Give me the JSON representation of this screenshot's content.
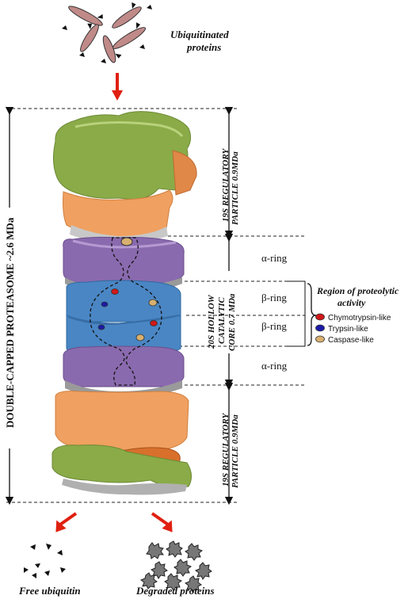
{
  "labels": {
    "ubiquitinated_line1": "Ubiquitinated",
    "ubiquitinated_line2": "proteins",
    "total_size": "DOUBLE-CAPPED PROTEASOME ~2.6 MDa",
    "top_cap_line1": "19S REGULATORY",
    "top_cap_line2": "PARTICLE 0.9MDa",
    "core_line1": "20S HOLLOW",
    "core_line2": "CATALYTIC",
    "core_line3": "CORE 0.7 MDa",
    "bottom_cap_line1": "19S REGULATORY",
    "bottom_cap_line2": "PARTICLE 0.9MDa",
    "alpha_ring_top": "α-ring",
    "beta_ring_1": "β-ring",
    "beta_ring_2": "β-ring",
    "alpha_ring_bottom": "α-ring",
    "region_line1": "Region of proteolytic",
    "region_line2": "activity",
    "free_ubiquitin": "Free ubiquitin",
    "degraded_proteins": "Degraded proteins"
  },
  "legend": [
    {
      "label": "Chymotrypsin-like",
      "color": "#d01818"
    },
    {
      "label": "Trypsin-like",
      "color": "#1a1aa8"
    },
    {
      "label": "Caspase-like",
      "color": "#d8b070"
    }
  ],
  "colors": {
    "cap_green": "#8aab48",
    "cap_orange": "#f0a060",
    "ring_purple": "#8a6aae",
    "core_blue": "#4a86c4",
    "arrow_red": "#e02010",
    "protein_pink": "#c08a88"
  }
}
